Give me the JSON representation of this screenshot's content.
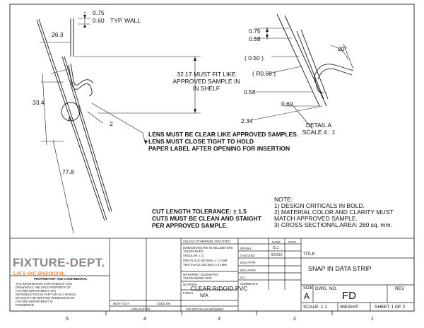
{
  "colors": {
    "line": "#1a1a1a",
    "logo_accent": "#e87722",
    "logo_gray": "#8a8a8a"
  },
  "dims": {
    "wall_a": "0.75",
    "wall_b": "0.60",
    "wall_label": "TYP. WALL",
    "len_26": "26.3",
    "len_32": "32.17 MUST FIT LIKE",
    "len_32b": "APPROVED SAMPLE IN",
    "len_32c": "IN SHELF",
    "len_33": "33.4",
    "len_77": "77.8",
    "callout_a": "A",
    "callout_2": "2",
    "det_075": "0.75",
    "det_058a": "0.58",
    "det_050": "( 0.50 )",
    "det_r068": "( R0.68 )",
    "det_058b": "0.58",
    "det_069": "0.69",
    "det_234": "2.34",
    "det_20": "20°",
    "detail_title": "DETAIL A",
    "detail_scale": "SCALE 4 : 1"
  },
  "notes": {
    "lens1": "LENS MUST BE CLEAR LIKE APPROVED SAMPLES.",
    "lens2": "LENS MUST CLOSE TIGHT TO HOLD",
    "lens3": "PAPER LABEL AFTER OPENING FOR INSERTION",
    "cut1": "CUT LENGTH TOLERANCE:  ± 1.5",
    "cut2": "CUTS MUST BE CLEAN AND STAIGHT",
    "cut3": "PER  APPROVED SAMPLE.",
    "note_title": "NOTE:",
    "n1": "1)  DESIGN CRITICALS IN BOLD.",
    "n2": "2)  MATERIAL COLOR AND CLARITY MUST",
    "n2b": "MATCH APPROVED SAMPLE.",
    "n3": "3)  CROSS SECTIONAL AREA: 260 sq. mm."
  },
  "title_block": {
    "unless": "UNLESS OTHERWISE SPECIFIED:",
    "dims_in": "DIMENSIONS ARE IN MILLIMETERS",
    "tol": "TOLERANCES:",
    "angular": "ANGULAR: ± 1°",
    "one_place": "ONE PLACE DECIMAL  ± 1.0 MM",
    "two_place": "TWO PLACE DECIMAL  ± 0.1MM",
    "interpret": "INTERPRET GEOMETRIC",
    "tolerancing": "TOLERANCING PER:",
    "material_lbl": "MATERIAL",
    "material": "CLEAR RIDGID PVC",
    "finish_lbl": "FINISH",
    "finish": "N/A",
    "do_not_scale": "DO NOT SCALE DRAWING",
    "next_assy": "NEXT ASSY",
    "used_on": "USED ON",
    "application": "APPLICATION",
    "name_h": "NAME",
    "date_h": "DATE",
    "drawn": "DRAWN",
    "drawn_name": "G.J.",
    "checked": "CHECKED",
    "checked_name": "XXXXX",
    "eng_appr": "ENG APPR.",
    "mfg_appr": "MFG APPR.",
    "qa": "Q.A.",
    "comments": "COMMENTS:",
    "title_lbl": "TITLE:",
    "title": "SNAP IN DATA STRIP",
    "size_lbl": "SIZE",
    "size": "A",
    "dwg_lbl": "DWG.  NO.",
    "dwg": "FD",
    "rev_lbl": "REV",
    "scale": "SCALE: 1:1",
    "weight": "WEIGHT:",
    "sheet": "SHEET 1 OF 2",
    "prop_title": "PROPRIETARY AND CONFIDENTIAL",
    "prop1": "THE INFORMATION CONTAINED IN THIS",
    "prop2": "DRAWING IS THE SOLE PROPERTY OF",
    "prop3": "FIXTURE DEPARTMENT.  ANY",
    "prop4": "REPRODUCTION IN PART OR AS A WHOLE",
    "prop5": "WITHOUT THE WRITTEN PERMISSION OF",
    "prop6": "FIXTURE DEPARTMENT IS",
    "prop7": "PROHIBITED."
  },
  "logo": {
    "word1": "FIXTURE",
    "dash": "-",
    "word2": "DEPT.",
    "tagline": "Let's get designing."
  },
  "zones": [
    "5",
    "4",
    "3",
    "2",
    "1"
  ]
}
